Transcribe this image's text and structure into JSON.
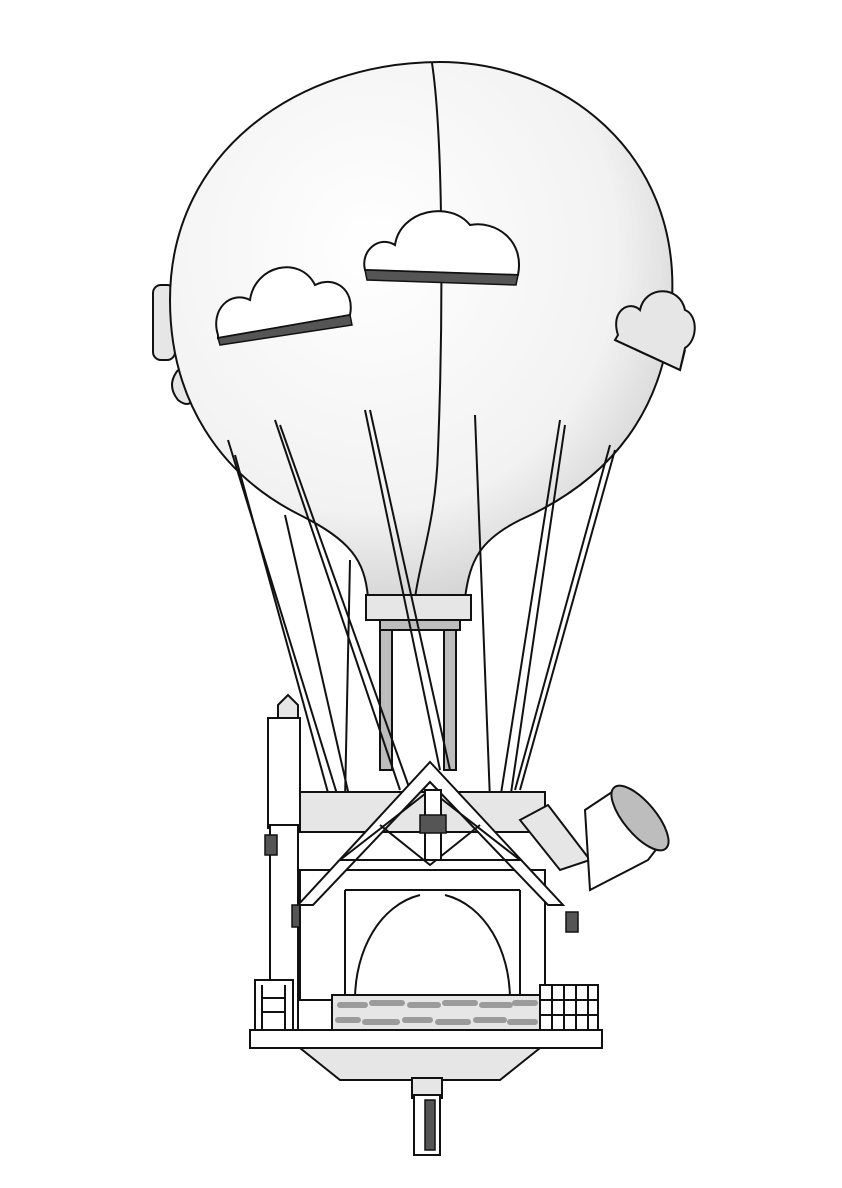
{
  "illustration": {
    "subject": "balloon-house",
    "colors": {
      "background": "#ffffff",
      "outline": "#111111",
      "light_shade": "#e6e6e6",
      "mid_shade": "#bdbdbd",
      "dark_shade": "#555555"
    },
    "parts": [
      "balloon",
      "clouds",
      "ropes",
      "house",
      "stone-base",
      "deck",
      "funnel",
      "chimney",
      "fence",
      "bottom-pipe"
    ]
  }
}
